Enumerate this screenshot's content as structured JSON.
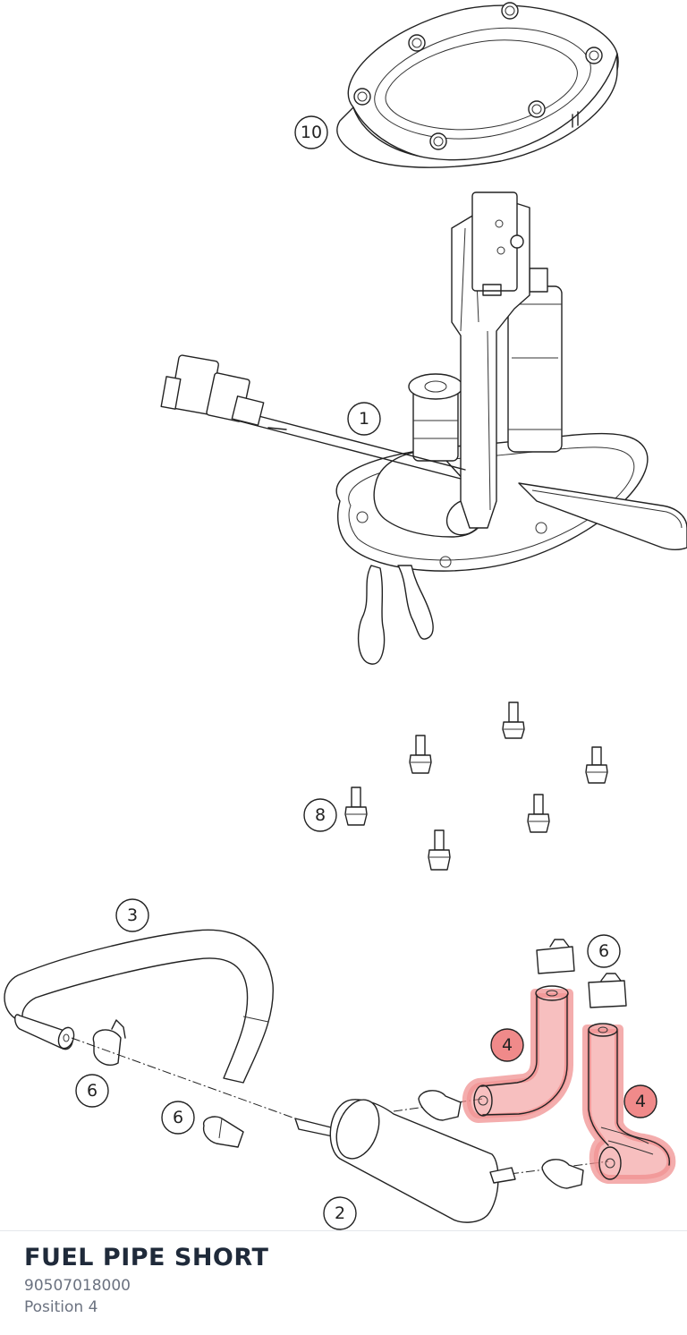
{
  "callouts": {
    "c10": "10",
    "c1": "1",
    "c8": "8",
    "c3": "3",
    "c6a": "6",
    "c6b": "6",
    "c6c": "6",
    "c4a": "4",
    "c4b": "4",
    "c2": "2"
  },
  "part": {
    "title": "FUEL PIPE SHORT",
    "number": "90507018000",
    "position": "Position 4"
  },
  "colors": {
    "highlight": "#f08a8a",
    "title": "#1f2a3a",
    "meta": "#6b7280"
  }
}
